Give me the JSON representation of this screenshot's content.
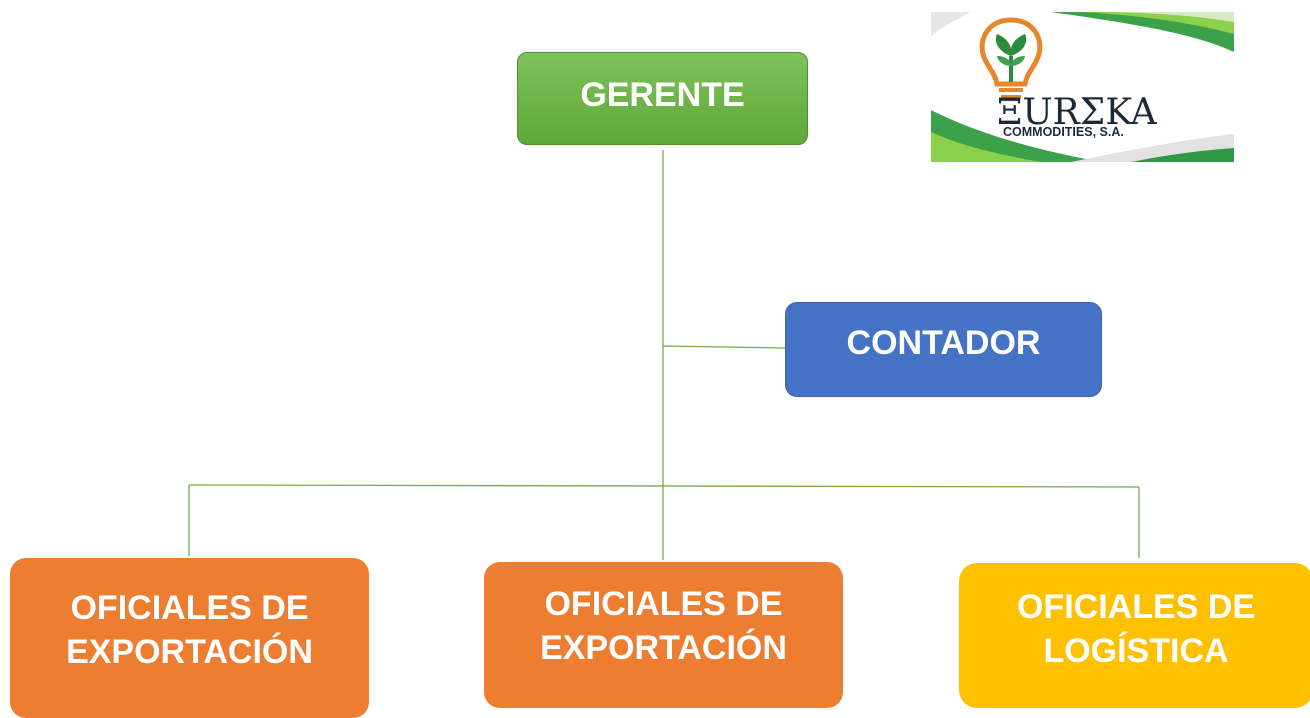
{
  "nodes": {
    "gerente": "GERENTE",
    "contador": "CONTADOR",
    "exportacion_1": [
      "OFICIALES DE",
      "EXPORTACIÓN"
    ],
    "exportacion_2": [
      "OFICIALES DE",
      "EXPORTACIÓN"
    ],
    "logistica": [
      "OFICIALES DE",
      "LOGÍSTICA"
    ]
  },
  "logo": {
    "wordmark": "ΞURΣKA",
    "subtitle": "COMMODITIES, S.A."
  },
  "colors": {
    "gerente": "#70ad47",
    "contador": "#4472c4",
    "exportacion": "#ed7d31",
    "logistica": "#ffc000",
    "connector": "#70ad47"
  }
}
